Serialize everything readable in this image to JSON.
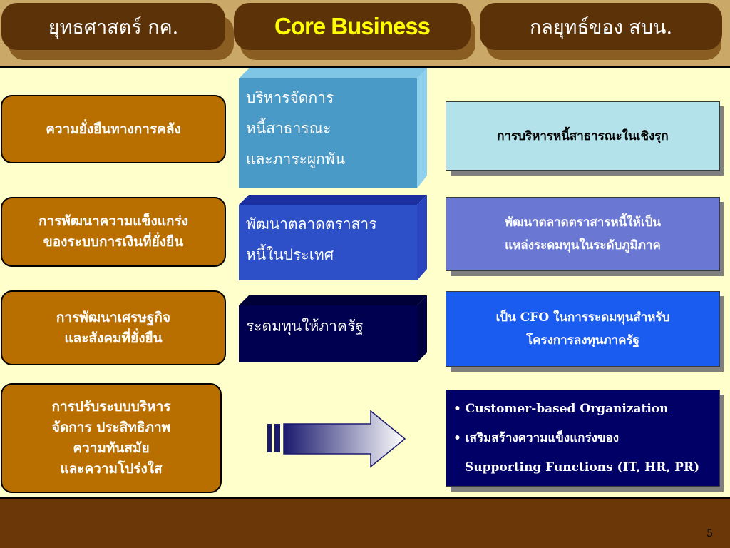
{
  "header": {
    "left_title": "ยุทธศาสตร์ กค.",
    "center_title": "Core Business",
    "right_title": "กลยุทธ์ของ สบน."
  },
  "rows": [
    {
      "goal": [
        "ความยั่งยืนทางการคลัง"
      ],
      "core": [
        "บริหารจัดการ",
        "หนี้สาธารณะ",
        "และภาระผูกพัน"
      ],
      "strategy": [
        "การบริหารหนี้สาธารณะในเชิงรุก"
      ]
    },
    {
      "goal": [
        "การพัฒนาความแข็งแกร่ง",
        "ของระบบการเงินที่ยั่งยืน"
      ],
      "core": [
        "พัฒนาตลาดตราสาร",
        "หนี้ในประเทศ"
      ],
      "strategy": [
        "พัฒนาตลาดตราสารหนี้ให้เป็น",
        "แหล่งระดมทุนในระดับภูมิภาค"
      ]
    },
    {
      "goal": [
        "การพัฒนาเศรษฐกิจ",
        "และสังคมที่ยั่งยืน"
      ],
      "core": [
        "ระดมทุนให้ภาครัฐ"
      ],
      "strategy": [
        "เป็น CFO ในการระดมทุนสำหรับ",
        "โครงการลงทุนภาครัฐ"
      ]
    },
    {
      "goal": [
        "การปรับระบบบริหาร",
        "จัดการ ประสิทธิภาพ",
        "ความทันสมัย",
        "และความโปร่งใส"
      ],
      "strategy": [
        "• Customer-based Organization",
        "• เสริมสร้างความแข็งแกร่งของ",
        "Supporting Functions (IT, HR, PR)"
      ]
    }
  ],
  "colors": {
    "header_band": "#c9a868",
    "header_pill": "#5c3208",
    "goal_box": "#b86f00",
    "core_1": "#4a9ac8",
    "core_2": "#2d4fc8",
    "core_3": "#000050",
    "strategy_1": "#b4e2ea",
    "strategy_2": "#6a78d4",
    "strategy_3": "#1a5cf0",
    "strategy_4": "#000066",
    "background": "#ffffcc",
    "footer": "#6b3608"
  },
  "page_number": "5"
}
